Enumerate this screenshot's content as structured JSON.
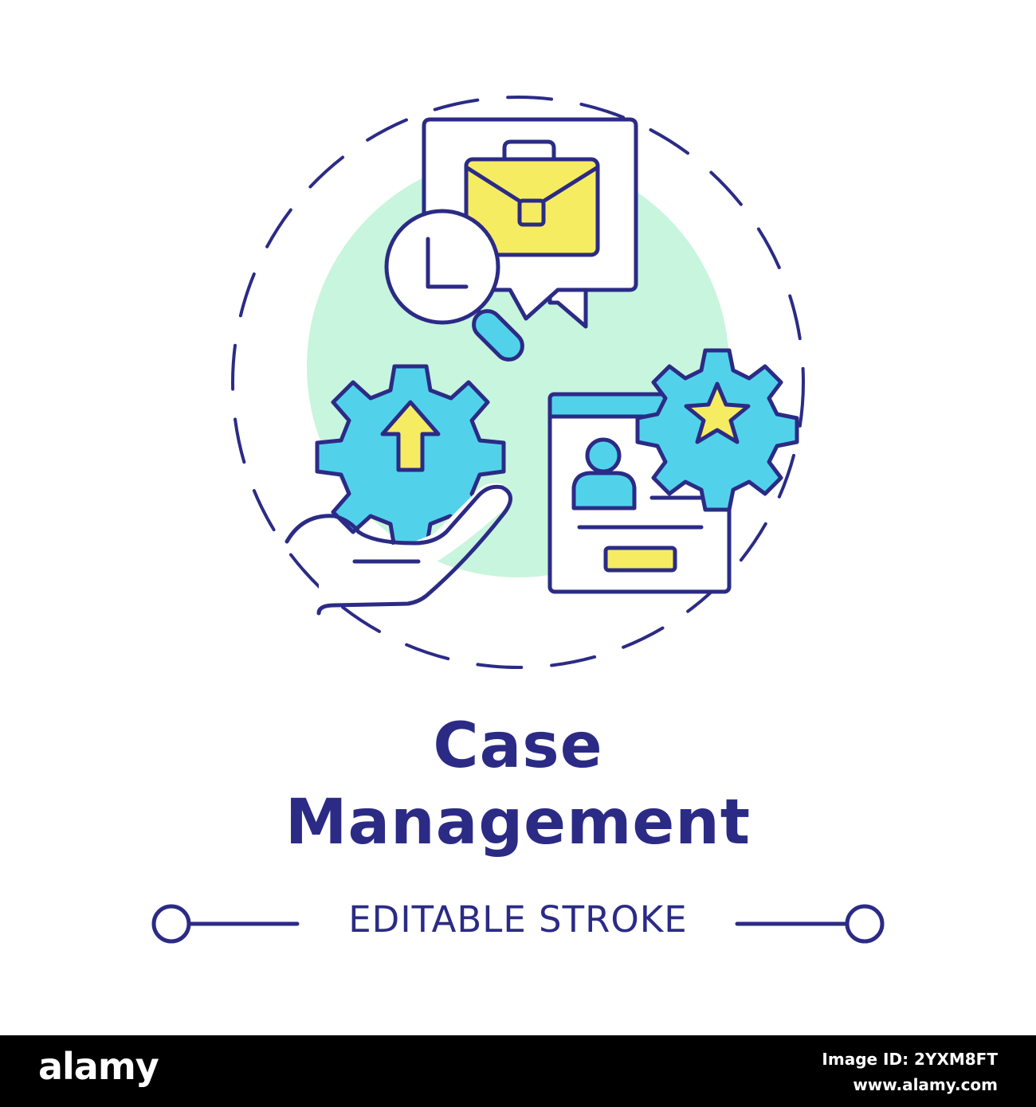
{
  "title": {
    "line1": "Case",
    "line2": "Management"
  },
  "subtitle": "EDITABLE STROKE",
  "footer": {
    "logo": "alamy",
    "image_id": "Image ID: 2YXM8FT",
    "url": "www.alamy.com"
  },
  "colors": {
    "stroke": "#2b2b86",
    "cyan": "#52d2ea",
    "yellow": "#f6ec62",
    "mint": "#c8f5dd",
    "background": "#ffffff",
    "footer_bg": "#000000"
  },
  "icons": [
    "briefcase-icon",
    "magnifier-icon",
    "clock-icon",
    "chat-bubble-icon",
    "gear-up-arrow-icon",
    "open-hand-icon",
    "profile-card-icon",
    "gear-star-icon"
  ]
}
